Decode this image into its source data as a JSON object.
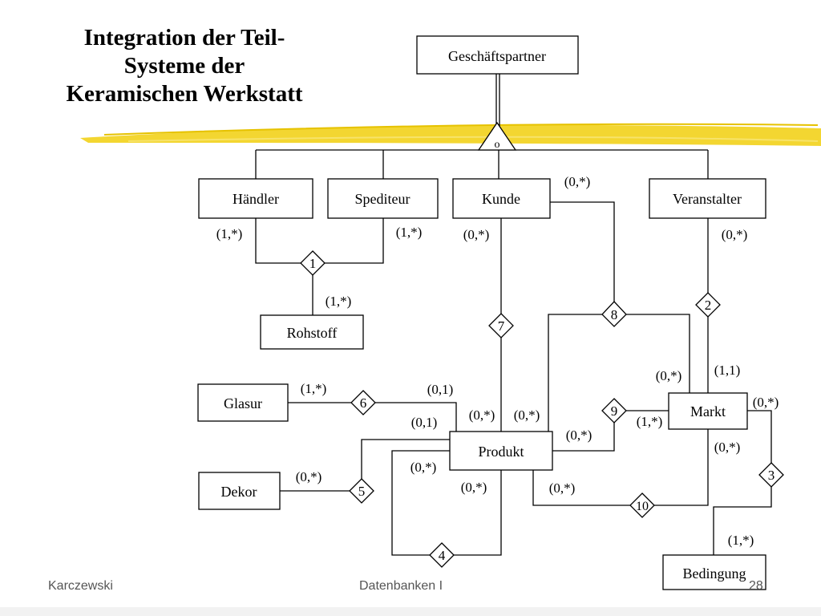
{
  "slide": {
    "title_lines": [
      "Integration der Teil-",
      "Systeme der",
      "Keramischen Werkstatt"
    ],
    "footer_left": "Karczewski",
    "footer_center": "Datenbanken I",
    "page_number": "28",
    "highlight_color": "#f2d21b"
  },
  "entities": {
    "geschaeftspartner": "Geschäftspartner",
    "haendler": "Händler",
    "spediteur": "Spediteur",
    "kunde": "Kunde",
    "veranstalter": "Veranstalter",
    "rohstoff": "Rohstoff",
    "glasur": "Glasur",
    "dekor": "Dekor",
    "produkt": "Produkt",
    "markt": "Markt",
    "bedingung": "Bedingung"
  },
  "generalization_label": "o",
  "relationships": {
    "r1": "1",
    "r2": "2",
    "r3": "3",
    "r4": "4",
    "r5": "5",
    "r6": "6",
    "r7": "7",
    "r8": "8",
    "r9": "9",
    "r10": "10"
  },
  "cardinalities": {
    "haendler_r1": "(1,*)",
    "spediteur_r1": "(1,*)",
    "rohstoff_r1": "(1,*)",
    "kunde_r8": "(0,*)",
    "kunde_r7": "(0,*)",
    "veranstalter_r2": "(0,*)",
    "markt_r8": "(0,*)",
    "markt_r2": "(1,1)",
    "markt_r3": "(0,*)",
    "markt_r9": "(1,*)",
    "markt_r10": "(0,*)",
    "glasur_r6": "(1,*)",
    "produkt_r6": "(0,1)",
    "produkt_r5": "(0,1)",
    "produkt_r7": "(0,*)",
    "produkt_r8": "(0,*)",
    "produkt_r9": "(0,*)",
    "produkt_r4a": "(0,*)",
    "produkt_r4b": "(0,*)",
    "produkt_r10": "(0,*)",
    "dekor_r5": "(0,*)",
    "bedingung_r3": "(1,*)"
  }
}
